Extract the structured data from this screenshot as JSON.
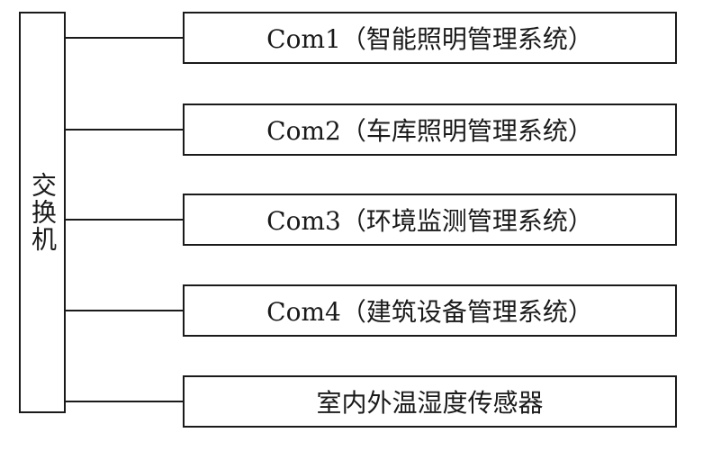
{
  "switch": {
    "label": "交换机"
  },
  "systems": [
    {
      "label": "Com1（智能照明管理系统）"
    },
    {
      "label": "Com2（车库照明管理系统）"
    },
    {
      "label": "Com3（环境监测管理系统）"
    },
    {
      "label": "Com4（建筑设备管理系统）"
    },
    {
      "label": "室内外温湿度传感器"
    }
  ]
}
